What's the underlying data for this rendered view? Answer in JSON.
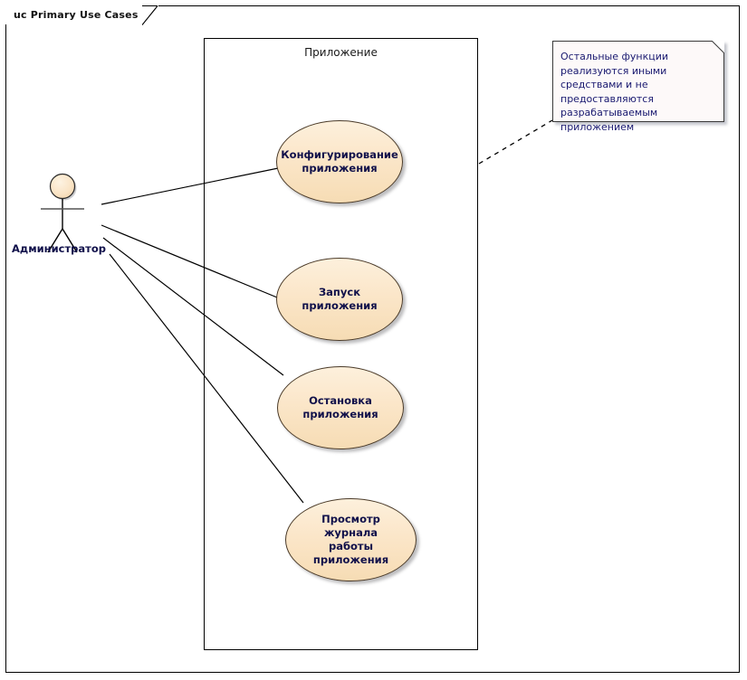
{
  "diagram": {
    "frame_title": "uc Primary Use Cases",
    "boundary_label": "Приложение",
    "actor": {
      "name": "Администратор",
      "icon": "stick-figure-actor-icon"
    },
    "use_cases": [
      {
        "id": "configure",
        "label": "Конфигурирование\nприложения"
      },
      {
        "id": "start",
        "label": "Запуск приложения"
      },
      {
        "id": "stop",
        "label": "Остановка\nприложения"
      },
      {
        "id": "view-log",
        "label": "Просмотр журнала\nработы приложения"
      }
    ],
    "note": {
      "text": "Остальные функции реализуются иными средствами и не предоставляются разрабатываемым приложением",
      "icon": "note-fold-icon"
    },
    "colors": {
      "usecase_fill_top": "#fdf0dc",
      "usecase_fill_bottom": "#f6dcb4",
      "usecase_border": "#4a3a28",
      "text_navy": "#10104a",
      "note_fill": "#fdf9f9",
      "note_text": "#191970",
      "line": "#000000"
    },
    "associations": [
      {
        "from": "actor",
        "to": "configure"
      },
      {
        "from": "actor",
        "to": "start"
      },
      {
        "from": "actor",
        "to": "stop"
      },
      {
        "from": "actor",
        "to": "view-log"
      }
    ],
    "note_anchor": {
      "from": "note",
      "to": "boundary"
    }
  }
}
